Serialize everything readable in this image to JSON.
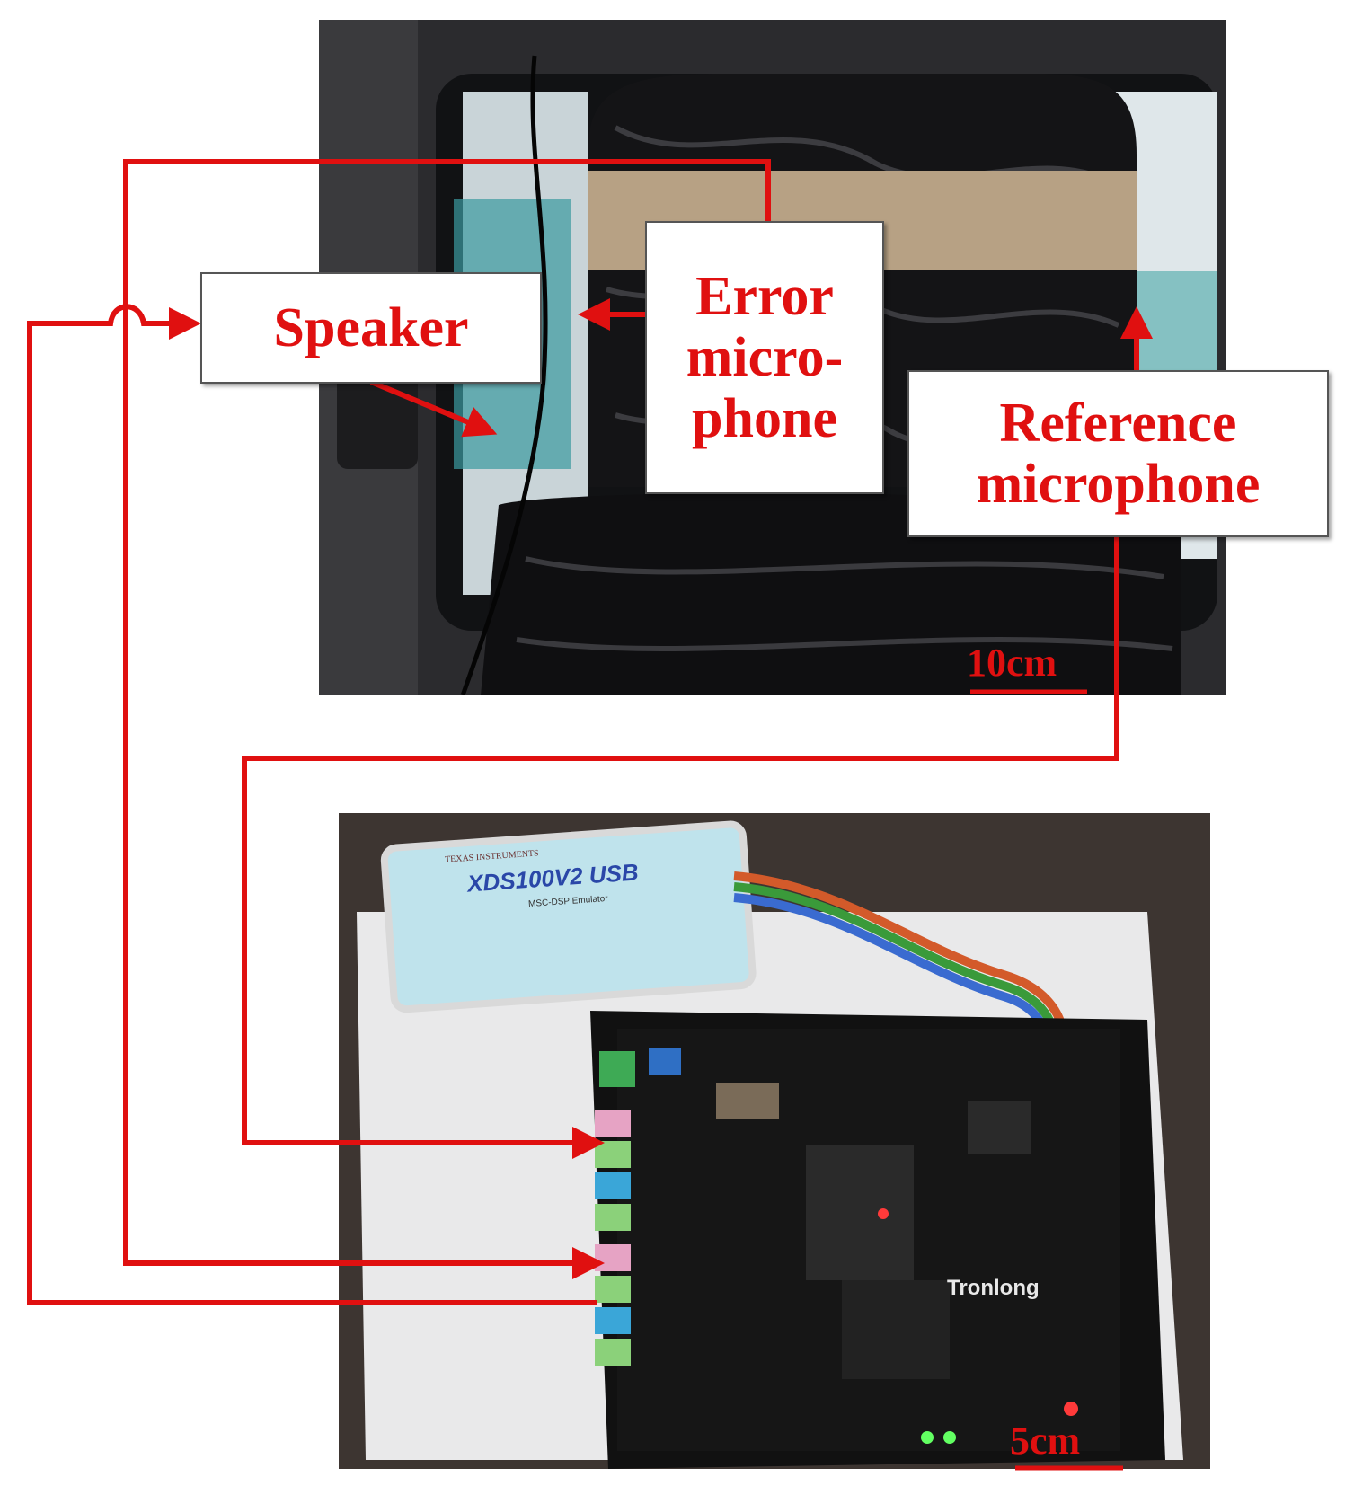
{
  "labels": {
    "speaker": "Speaker",
    "error_line1": "Error",
    "error_line2": "micro-",
    "error_line3": "phone",
    "reference_line1": "Reference",
    "reference_line2": "microphone"
  },
  "scale_bars": {
    "cabin": "10cm",
    "board": "5cm"
  },
  "device_text": {
    "emulator_brand": "TEXAS INSTRUMENTS",
    "emulator_model": "XDS100V2 USB",
    "emulator_sub": "MSC-DSP Emulator",
    "board_brand": "Tronlong"
  },
  "colors": {
    "annotation": "#e01010",
    "box_border": "#555555"
  }
}
